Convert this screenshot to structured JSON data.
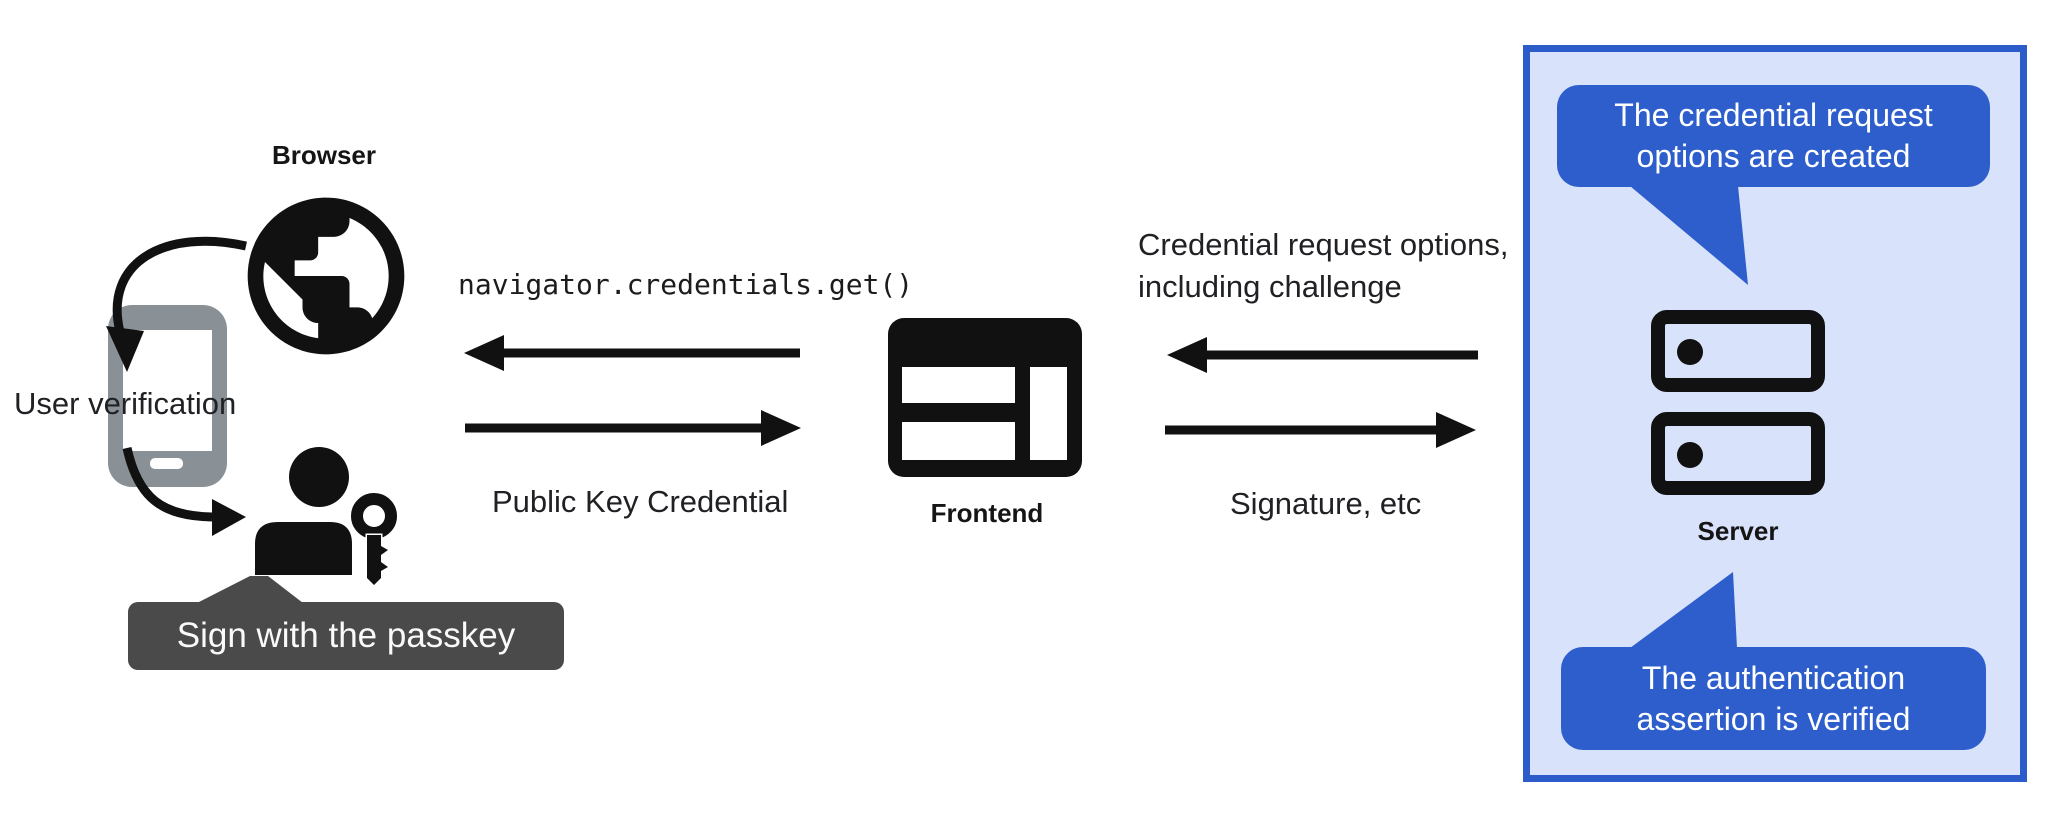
{
  "colors": {
    "accent_blue": "#2d5ecc",
    "panel_bg": "#d8e2fa",
    "panel_border": "#2c5cc9",
    "tooltip_bg": "#4a4a4a",
    "phone_gray": "#8a9196",
    "ink": "#111111",
    "text": "#202124"
  },
  "browser": {
    "label": "Browser",
    "user_verification": "User verification",
    "passkey_prompt": "Sign with the passkey"
  },
  "frontend": {
    "label": "Frontend",
    "api_call": "navigator.credentials.get()",
    "response_to_browser": "Public Key Credential"
  },
  "server": {
    "label": "Server",
    "request_to_frontend": {
      "line1": "Credential request options,",
      "line2": "including challenge"
    },
    "response_from_frontend": "Signature, etc",
    "callout_top": {
      "line1": "The credential request",
      "line2": "options are created"
    },
    "callout_bottom": {
      "line1": "The authentication",
      "line2": "assertion is verified"
    }
  }
}
